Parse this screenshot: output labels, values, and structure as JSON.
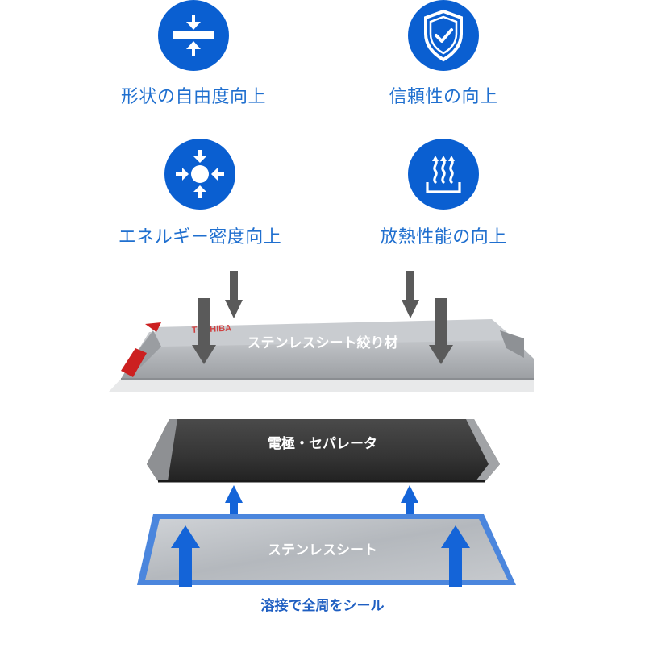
{
  "colors": {
    "accent_blue": "#0a5fd1",
    "label_blue": "#1f6fcf",
    "arrow_gray": "#5a5a5a",
    "arrow_blue": "#1464d8",
    "steel": "#b9bcc0",
    "dark_core": "#3b3b3b",
    "caption_blue": "#1f5fc2"
  },
  "features": [
    {
      "icon": "compress-icon",
      "label": "形状の自由度向上"
    },
    {
      "icon": "shield-check-icon",
      "label": "信頼性の向上"
    },
    {
      "icon": "energy-density-icon",
      "label": "エネルギー密度向上"
    },
    {
      "icon": "heat-dissipation-icon",
      "label": "放熱性能の向上"
    }
  ],
  "diagram": {
    "top_plate_label": "ステンレスシート絞り材",
    "top_plate_brand": "TOSHIBA",
    "core_label": "電極・セパレータ",
    "bottom_sheet_label": "ステンレスシート"
  },
  "caption": "溶接で全周をシール"
}
